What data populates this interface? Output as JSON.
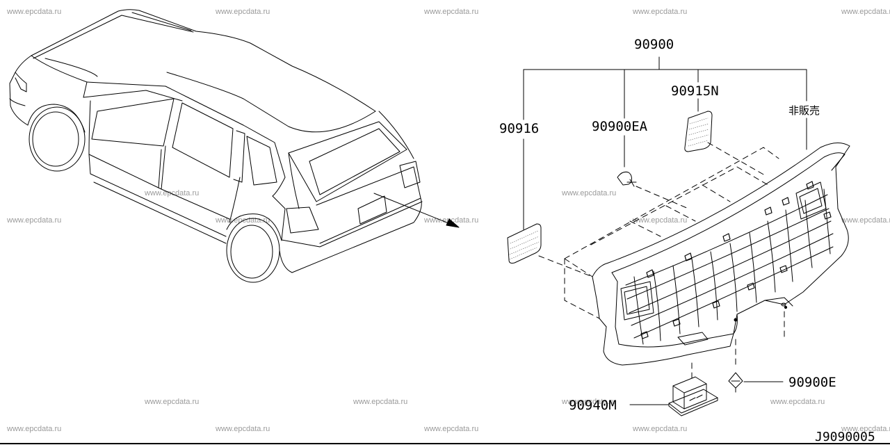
{
  "diagram": {
    "watermark_text": "www.epcdata.ru",
    "drawing_code": "J9090005",
    "parts": {
      "assembly": "90900",
      "p90916": "90916",
      "p90900ea": "90900EA",
      "p90915n": "90915N",
      "not_for_sale": "非販売",
      "p90900e": "90900E",
      "p90940m": "90940M"
    }
  }
}
